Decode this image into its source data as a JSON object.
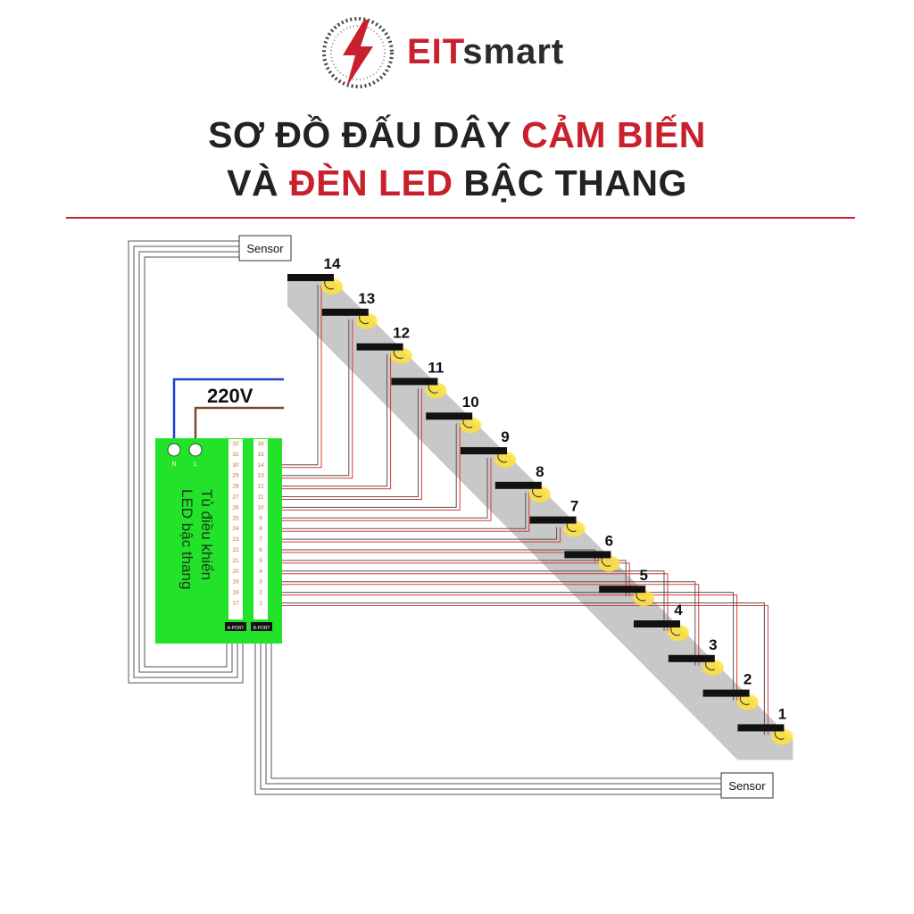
{
  "brand": {
    "name_part1": "EIT",
    "name_part2": "smart",
    "accent_color": "#c8202d",
    "logo_icon": "lightning-bolt-circle-icon"
  },
  "title": {
    "line1": [
      {
        "text": "SƠ ĐỒ ĐẤU DÂY ",
        "accent": false
      },
      {
        "text": "CẢM BIẾN",
        "accent": true
      }
    ],
    "line2": [
      {
        "text": "VÀ ",
        "accent": false
      },
      {
        "text": "ĐÈN LED",
        "accent": true
      },
      {
        "text": " BẬC THANG",
        "accent": false
      }
    ]
  },
  "diagram": {
    "sensor_top_label": "Sensor",
    "sensor_bottom_label": "Sensor",
    "voltage_label": "220V",
    "terminal_n": "N",
    "terminal_l": "L",
    "controller_line1": "Tủ điều khiển",
    "controller_line2": "LED bậc thang",
    "controller_color": "#22e22a",
    "port_a_label": "A-PORT",
    "port_b_label": "B-PORT",
    "column_a_numbers": [
      "32",
      "31",
      "30",
      "29",
      "28",
      "27",
      "26",
      "25",
      "24",
      "23",
      "22",
      "21",
      "20",
      "19",
      "18",
      "17"
    ],
    "column_b_numbers": [
      "16",
      "15",
      "14",
      "13",
      "12",
      "11",
      "10",
      "9",
      "8",
      "7",
      "6",
      "5",
      "4",
      "3",
      "2",
      "1"
    ],
    "steps": [
      "14",
      "13",
      "12",
      "11",
      "10",
      "9",
      "8",
      "7",
      "6",
      "5",
      "4",
      "3",
      "2",
      "1"
    ],
    "wire_neutral_color": "#1f3fd0",
    "wire_live_color": "#7a4a2a",
    "wire_signal_color": "#d83a3a",
    "led_glow_color": "#ffe23a"
  }
}
